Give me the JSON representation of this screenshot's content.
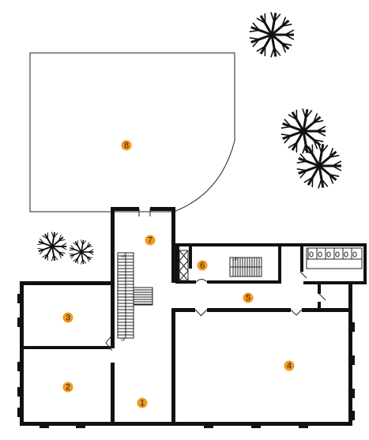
{
  "plan": {
    "rooms": [
      {
        "number": "1"
      },
      {
        "number": "2"
      },
      {
        "number": "3"
      },
      {
        "number": "4"
      },
      {
        "number": "5"
      },
      {
        "number": "6"
      },
      {
        "number": "7"
      },
      {
        "number": "8"
      }
    ],
    "stair_labels": {
      "main_stair_up": "UP",
      "main_stair_landing": "UP",
      "rear_stair_up": "UP"
    },
    "colors": {
      "marker": "#f39a1e",
      "walls": "#111111",
      "lines": "#222222",
      "background": "#ffffff"
    },
    "icons": {
      "tree": "tree-icon"
    }
  }
}
